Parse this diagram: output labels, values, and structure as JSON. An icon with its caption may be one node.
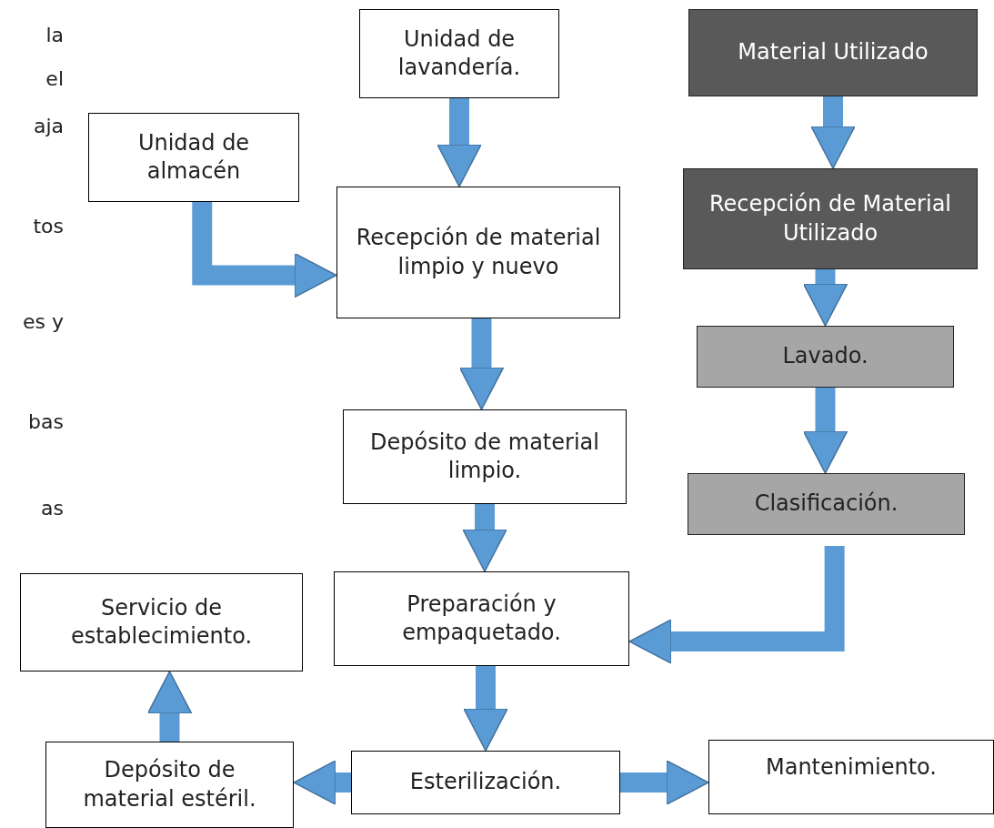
{
  "diagram": {
    "nodes": [
      {
        "text": [
          "Unidad de lavandería."
        ]
      },
      {
        "text": [
          "Material Utilizado"
        ]
      },
      {
        "text": [
          "Unidad de almacén"
        ]
      },
      {
        "text": [
          "Recepción de material limpio y nuevo"
        ]
      },
      {
        "text": [
          "Recepción de Material Utilizado"
        ]
      },
      {
        "text": [
          "Lavado."
        ]
      },
      {
        "text": [
          "Depósito de material limpio."
        ]
      },
      {
        "text": [
          "Clasificación."
        ]
      },
      {
        "text": [
          "Servicio de establecimiento."
        ]
      },
      {
        "text": [
          "Preparación y empaquetado."
        ]
      },
      {
        "text": [
          "Depósito de material estéril."
        ]
      },
      {
        "text": [
          "Esterilización."
        ]
      },
      {
        "text": [
          "Mantenimiento."
        ]
      }
    ],
    "edges": [
      {
        "from": 0,
        "to": 3,
        "arrow": "to"
      },
      {
        "from": 2,
        "to": 3,
        "arrow": "to"
      },
      {
        "from": 1,
        "to": 4,
        "arrow": "to"
      },
      {
        "from": 4,
        "to": 5,
        "arrow": "to"
      },
      {
        "from": 3,
        "to": 6,
        "arrow": "to"
      },
      {
        "from": 5,
        "to": 7,
        "arrow": "to"
      },
      {
        "from": 6,
        "to": 9,
        "arrow": "to"
      },
      {
        "from": 7,
        "to": 9,
        "arrow": "to"
      },
      {
        "from": 9,
        "to": 11,
        "arrow": "to"
      },
      {
        "from": 11,
        "to": 10,
        "arrow": "to"
      },
      {
        "from": 11,
        "to": 12,
        "arrow": "to"
      },
      {
        "from": 10,
        "to": 8,
        "arrow": "to"
      }
    ],
    "labels": [
      "la",
      "el",
      "aja",
      "tos",
      "es y",
      "bas",
      "as"
    ]
  }
}
